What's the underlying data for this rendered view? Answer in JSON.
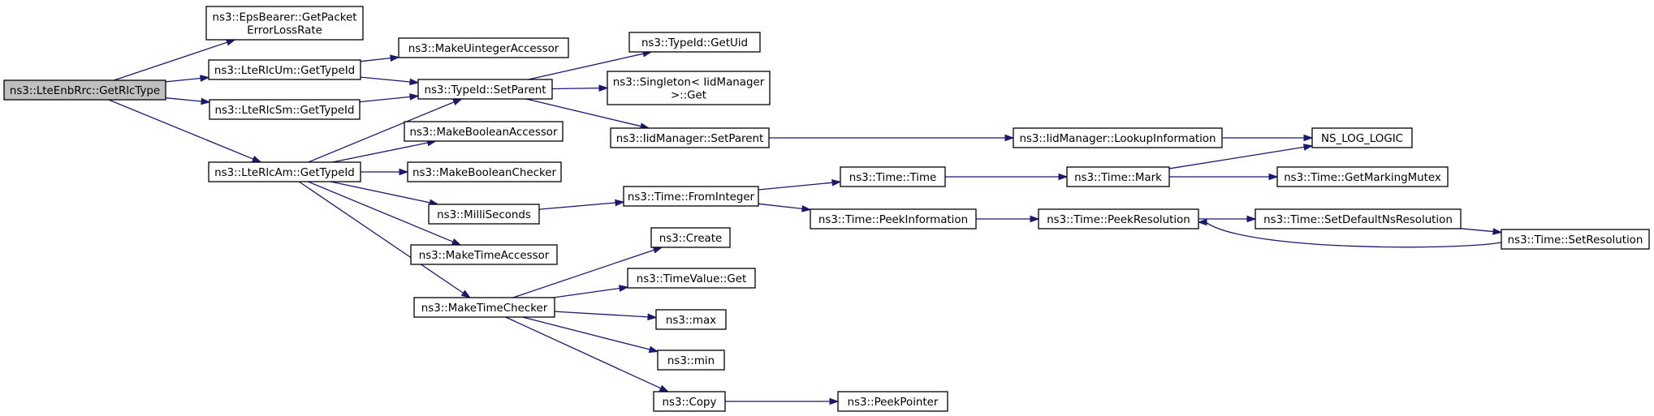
{
  "nodes": {
    "root": [
      "ns3::LteEnbRrc::GetRlcType"
    ],
    "eps": [
      "ns3::EpsBearer::GetPacket",
      "ErrorLossRate"
    ],
    "um": [
      "ns3::LteRlcUm::GetTypeId"
    ],
    "sm": [
      "ns3::LteRlcSm::GetTypeId"
    ],
    "am": [
      "ns3::LteRlcAm::GetTypeId"
    ],
    "uintacc": [
      "ns3::MakeUintegerAccessor"
    ],
    "setparent": [
      "ns3::TypeId::SetParent"
    ],
    "booleanacc": [
      "ns3::MakeBooleanAccessor"
    ],
    "booleanchk": [
      "ns3::MakeBooleanChecker"
    ],
    "milli": [
      "ns3::MilliSeconds"
    ],
    "timeacc": [
      "ns3::MakeTimeAccessor"
    ],
    "timechk": [
      "ns3::MakeTimeChecker"
    ],
    "getuid": [
      "ns3::TypeId::GetUid"
    ],
    "singleton": [
      "ns3::Singleton< IidManager",
      ">::Get"
    ],
    "iidsetparent": [
      "ns3::IidManager::SetParent"
    ],
    "frominteger": [
      "ns3::Time::FromInteger"
    ],
    "create": [
      "ns3::Create"
    ],
    "tvget": [
      "ns3::TimeValue::Get"
    ],
    "max": [
      "ns3::max"
    ],
    "min": [
      "ns3::min"
    ],
    "copy": [
      "ns3::Copy"
    ],
    "timetime": [
      "ns3::Time::Time"
    ],
    "peekinfo": [
      "ns3::Time::PeekInformation"
    ],
    "peekptr": [
      "ns3::PeekPointer"
    ],
    "lookup": [
      "ns3::IidManager::LookupInformation"
    ],
    "mark": [
      "ns3::Time::Mark"
    ],
    "peekres": [
      "ns3::Time::PeekResolution"
    ],
    "nslog": [
      "NS_LOG_LOGIC"
    ],
    "getmarking": [
      "ns3::Time::GetMarkingMutex"
    ],
    "setdefault": [
      "ns3::Time::SetDefaultNsResolution"
    ],
    "setres": [
      "ns3::Time::SetResolution"
    ]
  }
}
